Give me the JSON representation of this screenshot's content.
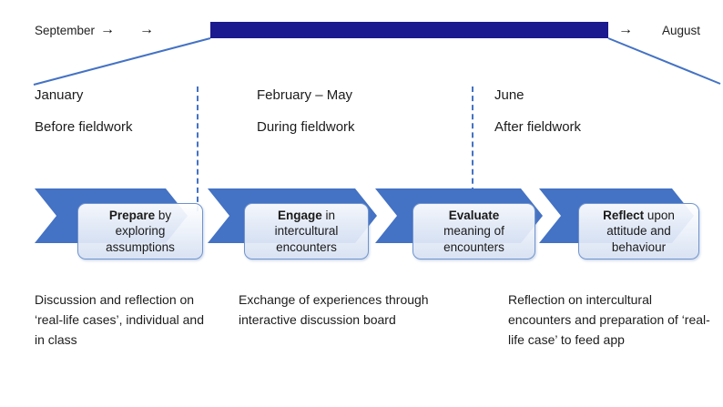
{
  "header": {
    "start_month": "September",
    "end_month": "August",
    "arrow_glyph": "→"
  },
  "colors": {
    "year_bar_navy": "#1b1a8e",
    "chevron_blue": "#4472c4",
    "box_border_blue": "#6e93ce",
    "box_fill_light": "#d8e2f4",
    "text": "#1c1c1c"
  },
  "sections": [
    {
      "months": "January",
      "phase": "Before fieldwork",
      "description": "Discussion and reflection on ‘real-life cases’, individual and in class"
    },
    {
      "months": "February – May",
      "phase": "During fieldwork",
      "description": "Exchange of experiences through interactive discussion board"
    },
    {
      "months": "June",
      "phase": "After fieldwork",
      "description": "Reflection on intercultural encounters and preparation of ‘real-life case’ to feed app"
    }
  ],
  "steps": [
    {
      "bold": "Prepare",
      "rest": " by exploring assumptions"
    },
    {
      "bold": "Engage",
      "rest": " in intercultural encounters"
    },
    {
      "bold": "Evaluate",
      "rest": " meaning of encounters"
    },
    {
      "bold": "Reflect",
      "rest": " upon attitude and behaviour"
    }
  ]
}
